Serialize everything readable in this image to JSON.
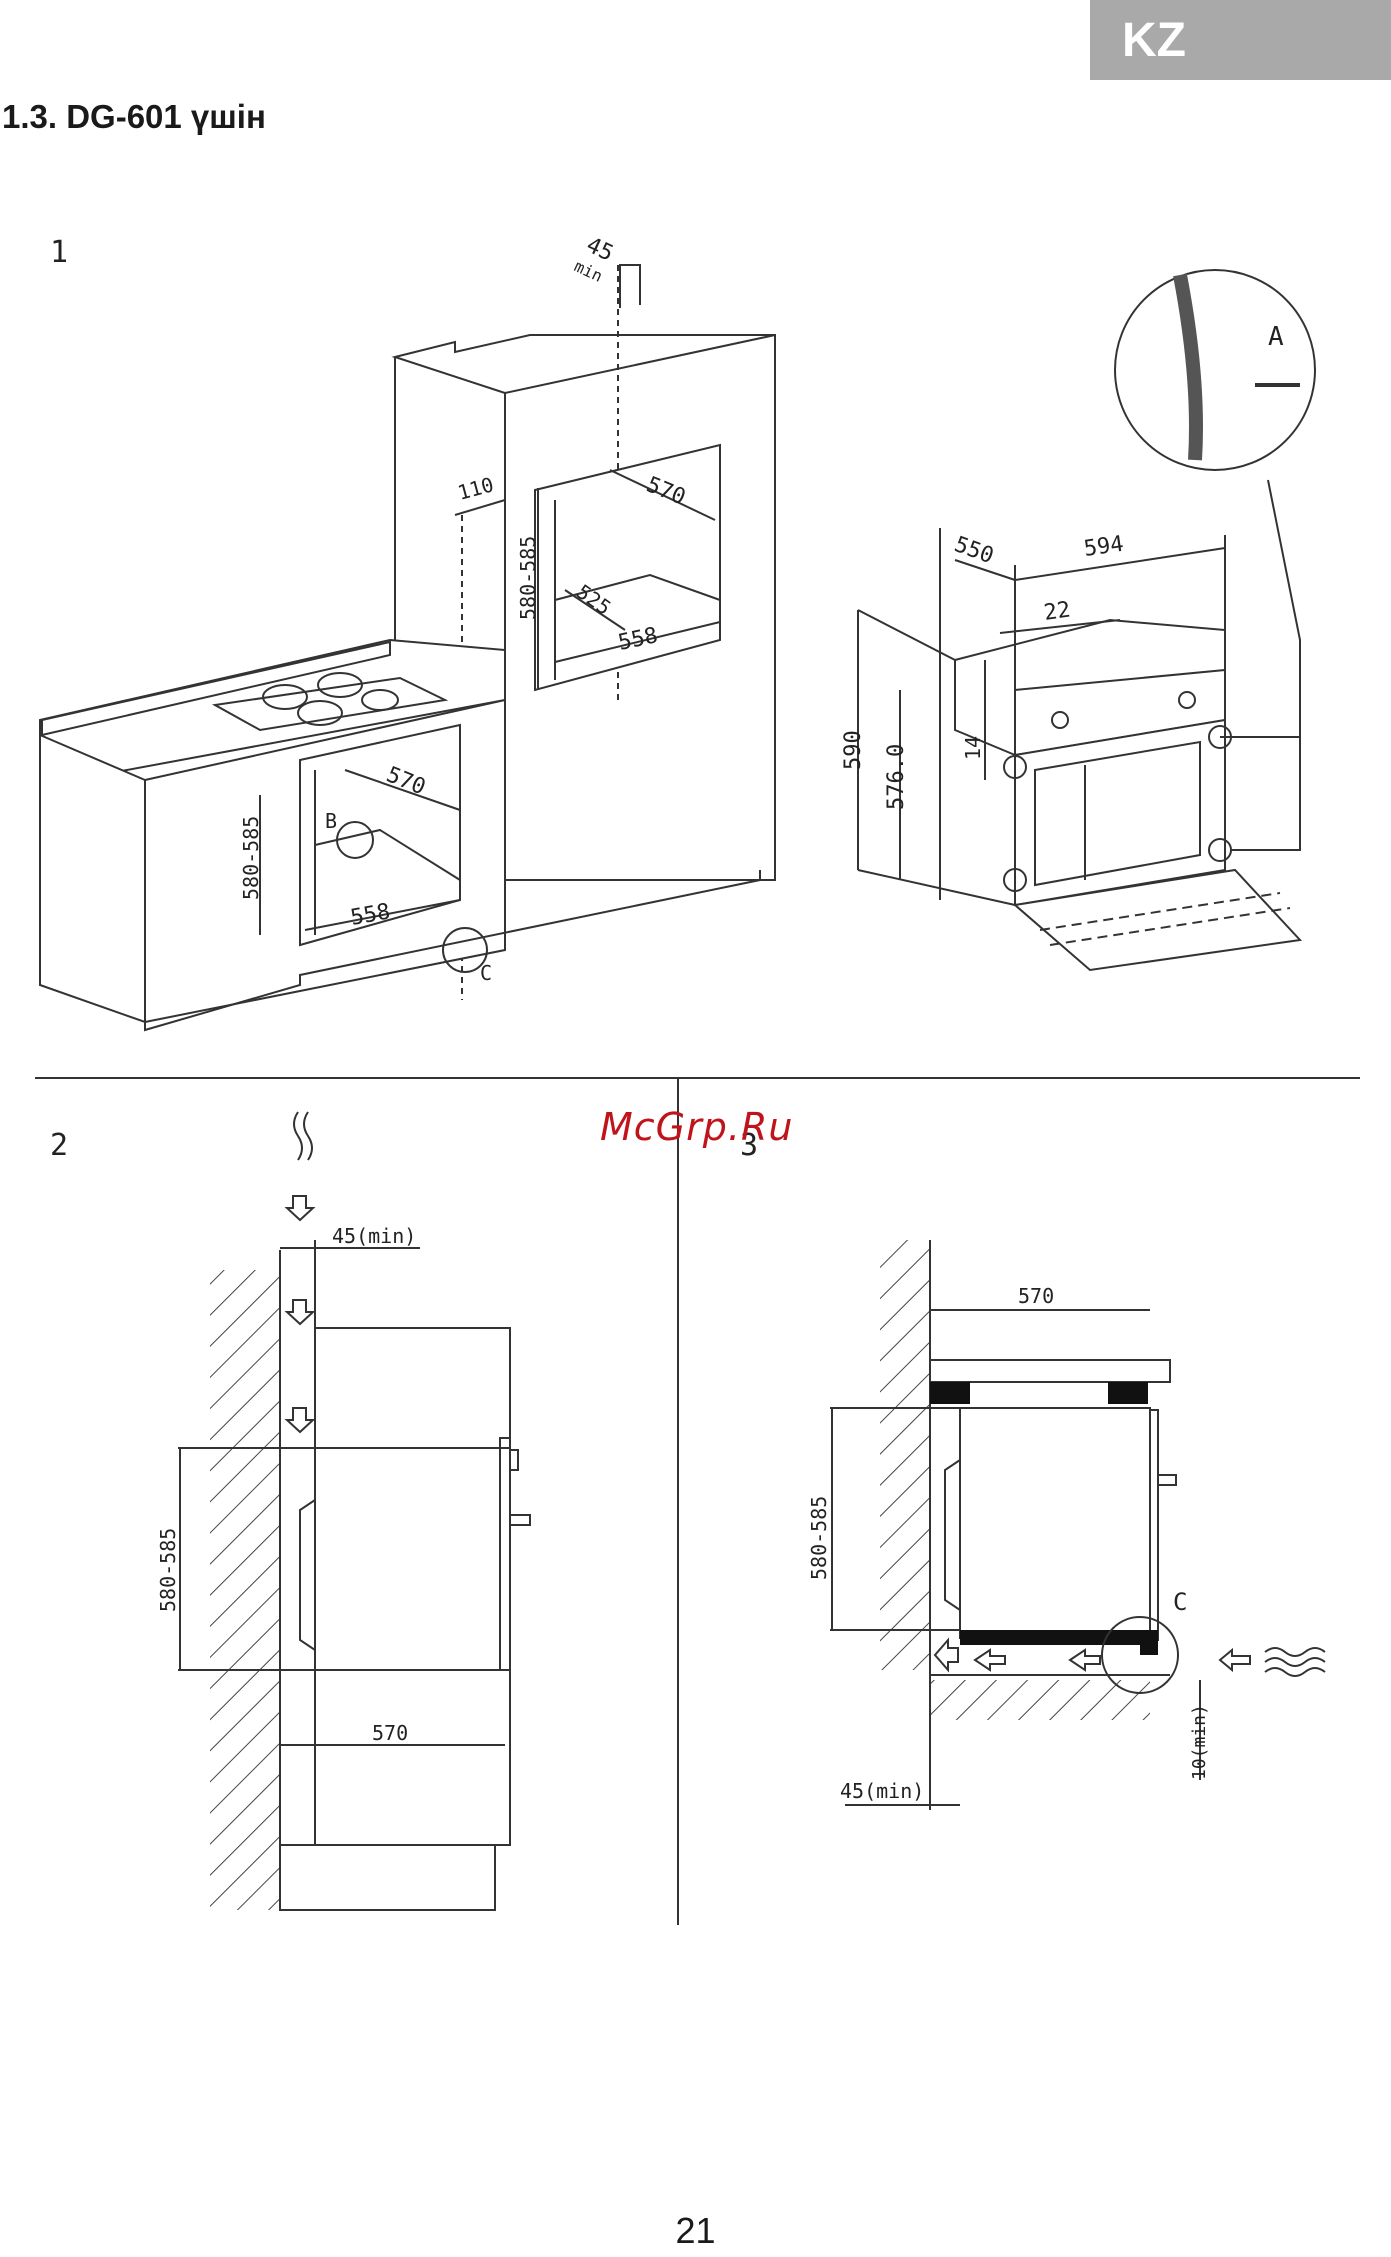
{
  "header": {
    "lang_badge": "KZ",
    "section_title": "1.3. DG-601 үшін"
  },
  "figure1": {
    "number": "1",
    "dims": {
      "top_gap": "45",
      "top_gap_min": "min",
      "side_gap": "110",
      "opening_depth": "570",
      "opening_height": "580-585",
      "opening_inner": "525",
      "opening_width": "558",
      "under_depth": "570",
      "under_height": "580-585",
      "under_width": "558",
      "oven_depth": "550",
      "oven_width": "594",
      "oven_front": "22",
      "oven_height": "590",
      "oven_inner_height": "576.0",
      "oven_inset": "14"
    },
    "labels": {
      "detail_a": "A",
      "detail_b": "B",
      "detail_c": "C"
    }
  },
  "figure2": {
    "number": "2",
    "dims": {
      "gap": "45(min)",
      "height": "580-585",
      "depth": "570"
    }
  },
  "figure3": {
    "number": "3",
    "dims": {
      "depth": "570",
      "height": "580-585",
      "gap": "45(min)",
      "bottom_gap": "10(min)"
    },
    "labels": {
      "detail_c": "C"
    }
  },
  "watermark": "McGrp.Ru",
  "footer": {
    "page_number": "21"
  },
  "colors": {
    "badge": "#a9a9a9",
    "watermark": "#c0141b",
    "line": "#333333"
  }
}
